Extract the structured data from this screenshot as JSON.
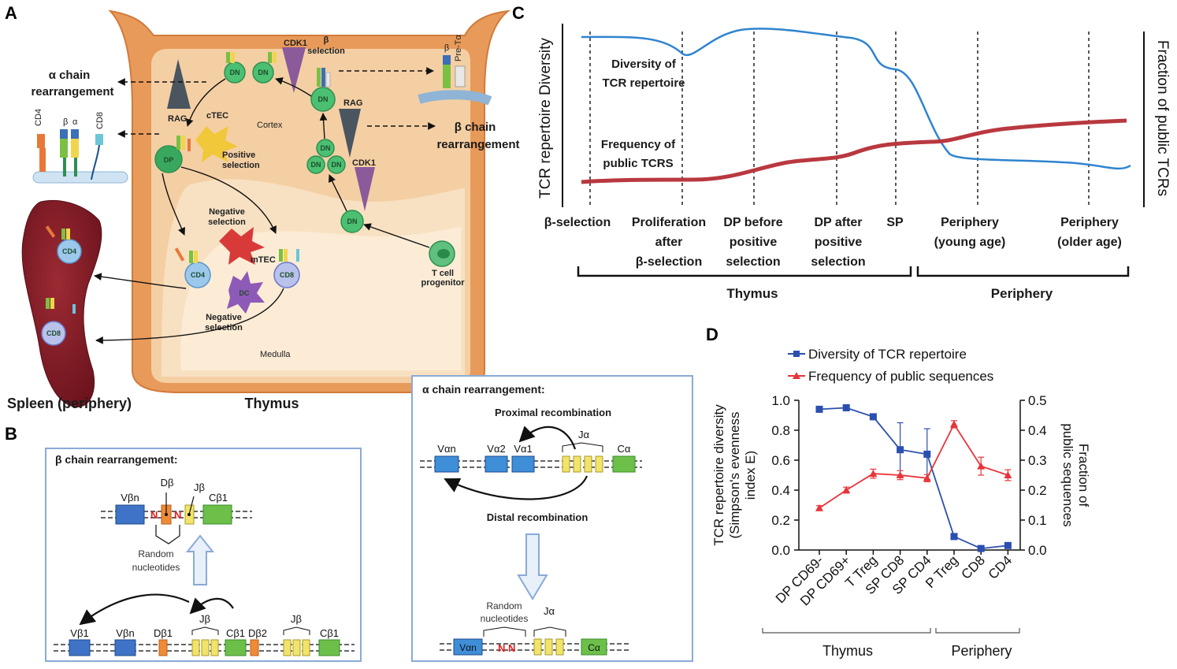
{
  "panel_labels": {
    "a": "A",
    "b": "B",
    "c": "C",
    "d": "D"
  },
  "panelA": {
    "alpha_rearr": [
      "α chain",
      "rearrangement"
    ],
    "beta_rearr": [
      "β chain",
      "rearrangement"
    ],
    "beta_selection": [
      "β",
      "selection"
    ],
    "pre_ta": "Pre-Tα",
    "cortex": "Cortex",
    "medulla": "Medulla",
    "thymus": "Thymus",
    "spleen": "Spleen (periphery)",
    "rag": "RAG",
    "cdk1": "CDK1",
    "ctec": "cTEC",
    "mtec": "mTEC",
    "dc": "DC",
    "pos_sel": [
      "Positive",
      "selection"
    ],
    "neg_sel": [
      "Negative",
      "selection"
    ],
    "tcell_prog": [
      "T cell",
      "progenitor"
    ],
    "dn": "DN",
    "dp": "DP",
    "cd4": "CD4",
    "cd8": "CD8",
    "chain_labels": {
      "cd4": "CD4",
      "beta": "β",
      "alpha": "α",
      "cd8": "CD8"
    }
  },
  "panelB": {
    "title": "β chain rearrangement:",
    "top_genes": {
      "vbn": "Vβn",
      "db": "Dβ",
      "jb": "Jβ",
      "cb1": "Cβ1",
      "n": "N"
    },
    "random_nuc": [
      "Random",
      "nucleotides"
    ],
    "bottom_genes": [
      "Vβ1",
      "Vβn",
      "Dβ1",
      "Jβ",
      "Cβ1",
      "Dβ2",
      "Jβ",
      "Cβ1"
    ]
  },
  "panelAlpha": {
    "title": "α chain rearrangement:",
    "proximal": "Proximal recombination",
    "distal": "Distal recombination",
    "genes": {
      "van": "Vαn",
      "va2": "Vα2",
      "va1": "Vα1",
      "ja": "Jα",
      "ca": "Cα"
    },
    "random_nuc": [
      "Random",
      "nucleotides"
    ],
    "n": "N"
  },
  "panelC": {
    "ylabel_left": "TCR repertoire Diversity",
    "ylabel_right": "Fraction of public TCRs",
    "diversity_label": [
      "Diversity of",
      "TCR repertoire"
    ],
    "frequency_label": [
      "Frequency of",
      "public TCRS"
    ],
    "stages": [
      [
        "β-selection"
      ],
      [
        "Proliferation",
        "after",
        "β-selection"
      ],
      [
        "DP before",
        "positive",
        "selection"
      ],
      [
        "DP after",
        "positive",
        "selection"
      ],
      [
        "SP"
      ],
      [
        "Periphery",
        "(young age)"
      ],
      [
        "Periphery",
        "(older age)"
      ]
    ],
    "groups": [
      "Thymus",
      "Periphery"
    ],
    "colors": {
      "diversity": "#2f84cf",
      "frequency": "#b9383f"
    }
  },
  "chart_data": {
    "type": "line",
    "categories": [
      "DP CD69-",
      "DP CD69+",
      "T Treg",
      "SP CD8",
      "SP CD4",
      "P Treg",
      "CD8",
      "CD4"
    ],
    "series": [
      {
        "name": "Diversity of TCR repertoire",
        "axis": "left",
        "color": "#2b4fb0",
        "marker": "square",
        "values": [
          0.94,
          0.95,
          0.89,
          0.67,
          0.64,
          0.09,
          0.01,
          0.03
        ],
        "error": [
          0,
          0,
          0,
          0.18,
          0.17,
          0,
          0,
          0
        ]
      },
      {
        "name": "Frequency of public sequences",
        "axis": "right",
        "color": "#e8343a",
        "marker": "triangle",
        "values": [
          0.14,
          0.2,
          0.255,
          0.25,
          0.24,
          0.42,
          0.28,
          0.25
        ],
        "error": [
          0.008,
          0.01,
          0.015,
          0.015,
          0.012,
          0.012,
          0.03,
          0.018
        ]
      }
    ],
    "ylabel_left": [
      "TCR repertoire diversity",
      "(Simpson's evenness",
      "index E)"
    ],
    "ylabel_right": [
      "Fraction of",
      "public sequences"
    ],
    "ylim_left": [
      0,
      1.0
    ],
    "ylim_right": [
      0,
      0.5
    ],
    "yticks_left": [
      "0.0",
      "0.2",
      "0.4",
      "0.6",
      "0.8",
      "1.0"
    ],
    "yticks_right": [
      "0.0",
      "0.1",
      "0.2",
      "0.3",
      "0.4",
      "0.5"
    ],
    "groups": [
      "Thymus",
      "Periphery"
    ],
    "legend_position": "top"
  }
}
